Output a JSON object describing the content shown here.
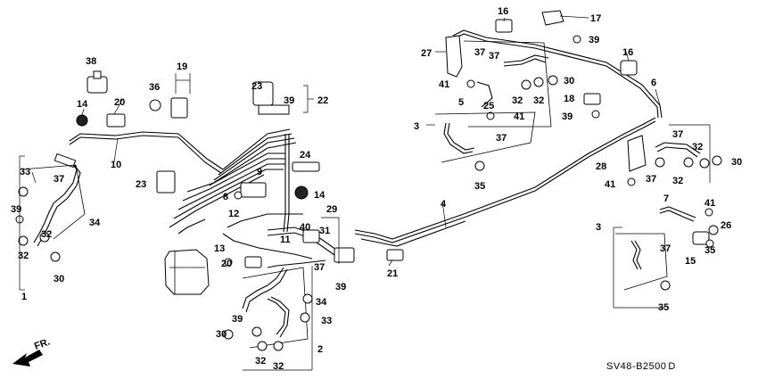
{
  "diagram": {
    "code": "SV48-B2500",
    "code_suffix": "D",
    "direction_label": "FR.",
    "labels": [
      {
        "id": "l38",
        "text": "38"
      },
      {
        "id": "l19",
        "text": "19"
      },
      {
        "id": "l36",
        "text": "36"
      },
      {
        "id": "l20a",
        "text": "20"
      },
      {
        "id": "l14a",
        "text": "14"
      },
      {
        "id": "l10",
        "text": "10"
      },
      {
        "id": "l33a",
        "text": "33"
      },
      {
        "id": "l37a",
        "text": "37"
      },
      {
        "id": "l39a",
        "text": "39"
      },
      {
        "id": "l32a",
        "text": "32"
      },
      {
        "id": "l32b",
        "text": "32"
      },
      {
        "id": "l30a",
        "text": "30"
      },
      {
        "id": "l1",
        "text": "1"
      },
      {
        "id": "l34a",
        "text": "34"
      },
      {
        "id": "l23a",
        "text": "23"
      },
      {
        "id": "l39b",
        "text": "39"
      },
      {
        "id": "l22",
        "text": "22"
      },
      {
        "id": "l24",
        "text": "24"
      },
      {
        "id": "l23b",
        "text": "23"
      },
      {
        "id": "l9",
        "text": "9"
      },
      {
        "id": "l8",
        "text": "8"
      },
      {
        "id": "l14b",
        "text": "14"
      },
      {
        "id": "l12",
        "text": "12"
      },
      {
        "id": "l13",
        "text": "13"
      },
      {
        "id": "l11",
        "text": "11"
      },
      {
        "id": "l40",
        "text": "40"
      },
      {
        "id": "l31",
        "text": "31"
      },
      {
        "id": "l29",
        "text": "29"
      },
      {
        "id": "l20b",
        "text": "20"
      },
      {
        "id": "l37b",
        "text": "37"
      },
      {
        "id": "l39c",
        "text": "39"
      },
      {
        "id": "l34b",
        "text": "34"
      },
      {
        "id": "l39d",
        "text": "39"
      },
      {
        "id": "l33b",
        "text": "33"
      },
      {
        "id": "l30b",
        "text": "30"
      },
      {
        "id": "l2",
        "text": "2"
      },
      {
        "id": "l32c",
        "text": "32"
      },
      {
        "id": "l32d",
        "text": "32"
      },
      {
        "id": "l21",
        "text": "21"
      },
      {
        "id": "l4",
        "text": "4"
      },
      {
        "id": "l16a",
        "text": "16"
      },
      {
        "id": "l17",
        "text": "17"
      },
      {
        "id": "l39e",
        "text": "39"
      },
      {
        "id": "l27",
        "text": "27"
      },
      {
        "id": "l37c",
        "text": "37"
      },
      {
        "id": "l37d",
        "text": "37"
      },
      {
        "id": "l41a",
        "text": "41"
      },
      {
        "id": "l32e",
        "text": "32"
      },
      {
        "id": "l32f",
        "text": "32"
      },
      {
        "id": "l30c",
        "text": "30"
      },
      {
        "id": "l5",
        "text": "5"
      },
      {
        "id": "l25",
        "text": "25"
      },
      {
        "id": "l41b",
        "text": "41"
      },
      {
        "id": "l3a",
        "text": "3"
      },
      {
        "id": "l37e",
        "text": "37"
      },
      {
        "id": "l35a",
        "text": "35"
      },
      {
        "id": "l16b",
        "text": "16"
      },
      {
        "id": "l6",
        "text": "6"
      },
      {
        "id": "l18",
        "text": "18"
      },
      {
        "id": "l39f",
        "text": "39"
      },
      {
        "id": "l37f",
        "text": "37"
      },
      {
        "id": "l32g",
        "text": "32"
      },
      {
        "id": "l30d",
        "text": "30"
      },
      {
        "id": "l28",
        "text": "28"
      },
      {
        "id": "l41c",
        "text": "41"
      },
      {
        "id": "l37g",
        "text": "37"
      },
      {
        "id": "l32h",
        "text": "32"
      },
      {
        "id": "l7",
        "text": "7"
      },
      {
        "id": "l41d",
        "text": "41"
      },
      {
        "id": "l26",
        "text": "26"
      },
      {
        "id": "l3b",
        "text": "3"
      },
      {
        "id": "l37h",
        "text": "37"
      },
      {
        "id": "l15",
        "text": "15"
      },
      {
        "id": "l35b",
        "text": "35"
      },
      {
        "id": "l35c",
        "text": "35"
      }
    ]
  }
}
